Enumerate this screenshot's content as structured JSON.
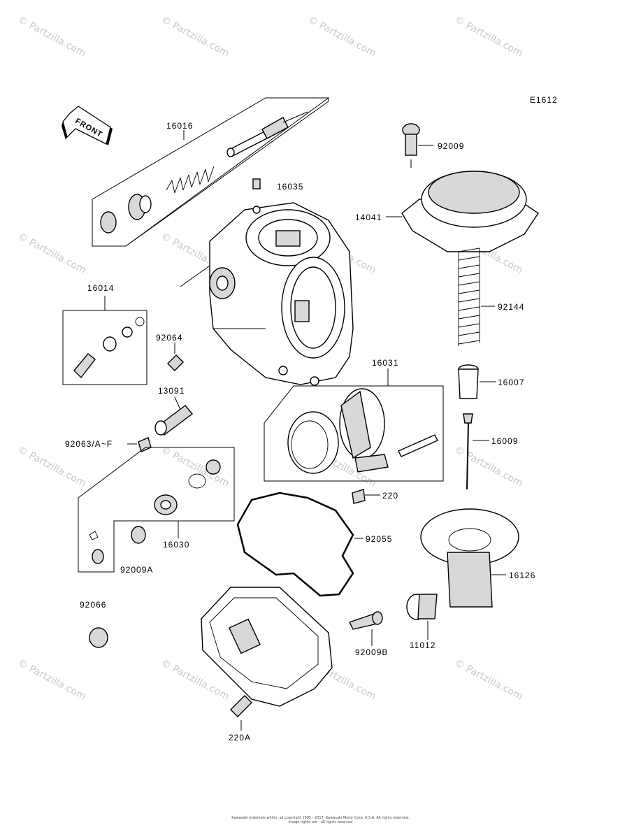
{
  "diagram_code": "E1612",
  "front_arrow_text": "FRONT",
  "watermark_text": "© Partzilla.com",
  "copyright_lines": [
    "Kawasaki materials within, all copyright 1995 - 2017, Kawasaki Motor Corp. U.S.A. All rights reserved.",
    "Image rights are - all rights reserved"
  ],
  "parts": {
    "p16016": "16016",
    "p16035": "16035",
    "p92009": "92009",
    "p14041": "14041",
    "p16014": "16014",
    "p92144": "92144",
    "p92064": "92064",
    "p16031": "16031",
    "p16007": "16007",
    "p13091": "13091",
    "p16009": "16009",
    "p92063": "92063/A~F",
    "p220": "220",
    "p92055": "92055",
    "p16030": "16030",
    "p92009A": "92009A",
    "p16126": "16126",
    "p92066": "92066",
    "p92009B": "92009B",
    "p11012": "11012",
    "p220A": "220A"
  }
}
